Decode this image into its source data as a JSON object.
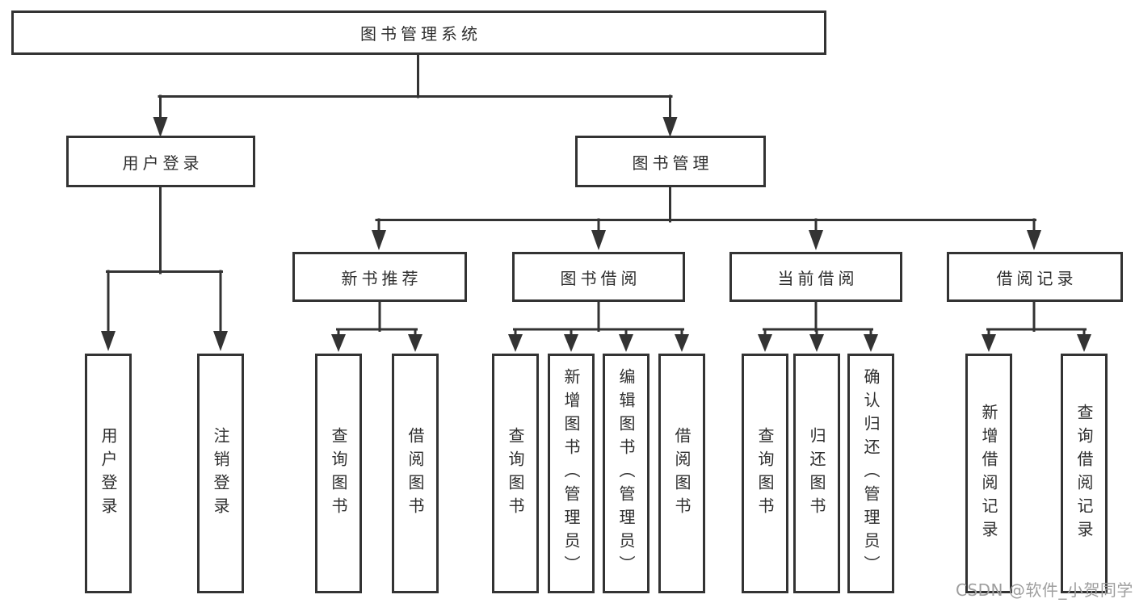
{
  "diagram": {
    "root": {
      "label": "图书管理系统"
    },
    "level2": [
      {
        "label": "用户登录"
      },
      {
        "label": "图书管理"
      }
    ],
    "level3": [
      {
        "label": "新书推荐"
      },
      {
        "label": "图书借阅"
      },
      {
        "label": "当前借阅"
      },
      {
        "label": "借阅记录"
      }
    ],
    "leaves": {
      "user_login": [
        {
          "label": "用户登录"
        },
        {
          "label": "注销登录"
        }
      ],
      "new_book_recommend": [
        {
          "label": "查询图书"
        },
        {
          "label": "借阅图书"
        }
      ],
      "book_borrowing": [
        {
          "label": "查询图书"
        },
        {
          "label": "新增图书（管理员）"
        },
        {
          "label": "编辑图书（管理员）"
        },
        {
          "label": "借阅图书"
        }
      ],
      "current_borrowing": [
        {
          "label": "查询图书"
        },
        {
          "label": "归还图书"
        },
        {
          "label": "确认归还（管理员）"
        }
      ],
      "borrowing_records": [
        {
          "label": "新增借阅记录"
        },
        {
          "label": "查询借阅记录"
        }
      ]
    },
    "colors": {
      "line": "#333333",
      "text": "#2e2e2e",
      "background": "#ffffff",
      "watermark": "#9e9e9e"
    }
  },
  "watermark": {
    "text": "CSDN @软件_小贺同学"
  }
}
